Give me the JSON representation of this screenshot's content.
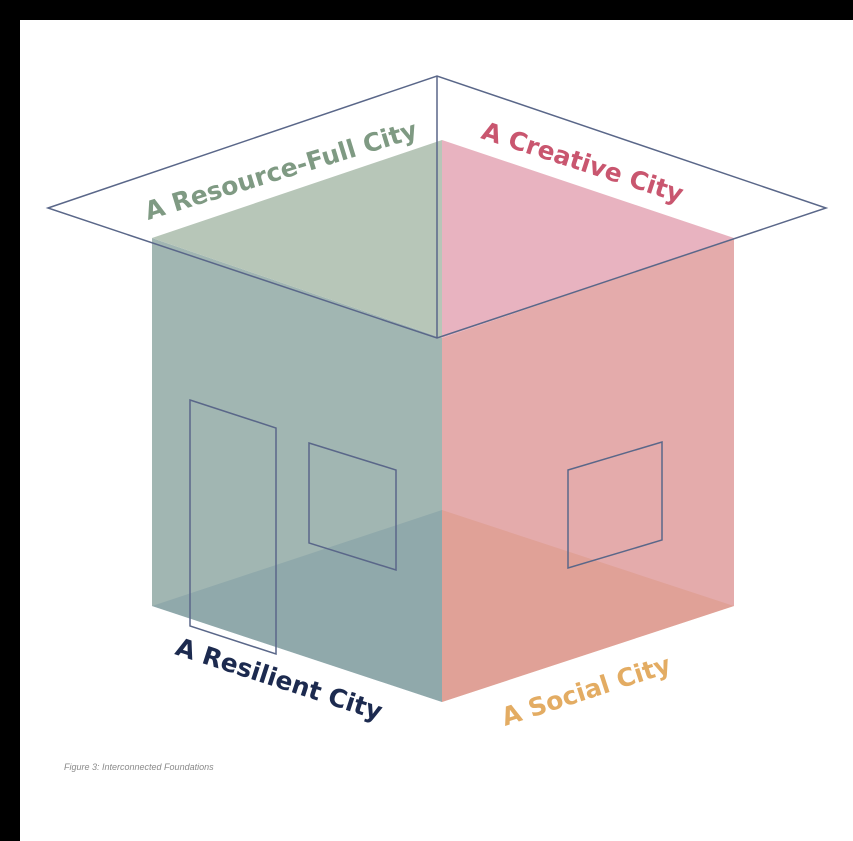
{
  "diagram": {
    "labels": {
      "resource_full": "A Resource-Full City",
      "creative": "A Creative City",
      "resilient": "A Resilient City",
      "social": "A Social City"
    },
    "caption": "Figure 3: Interconnected Foundations"
  },
  "colors": {
    "resource_full_fill": "#b7c6b8",
    "resource_full_text": "#7f9a83",
    "creative_fill": "#e8b3c0",
    "creative_text": "#c9566f",
    "resilient_fill": "#c3d1e4",
    "resilient_text": "#1c2a4f",
    "social_fill": "#efd9b7",
    "social_text": "#e3ac63",
    "left_wall": "#9eb2ad",
    "right_wall": "#dea7a3",
    "outline": "#5a6789"
  }
}
